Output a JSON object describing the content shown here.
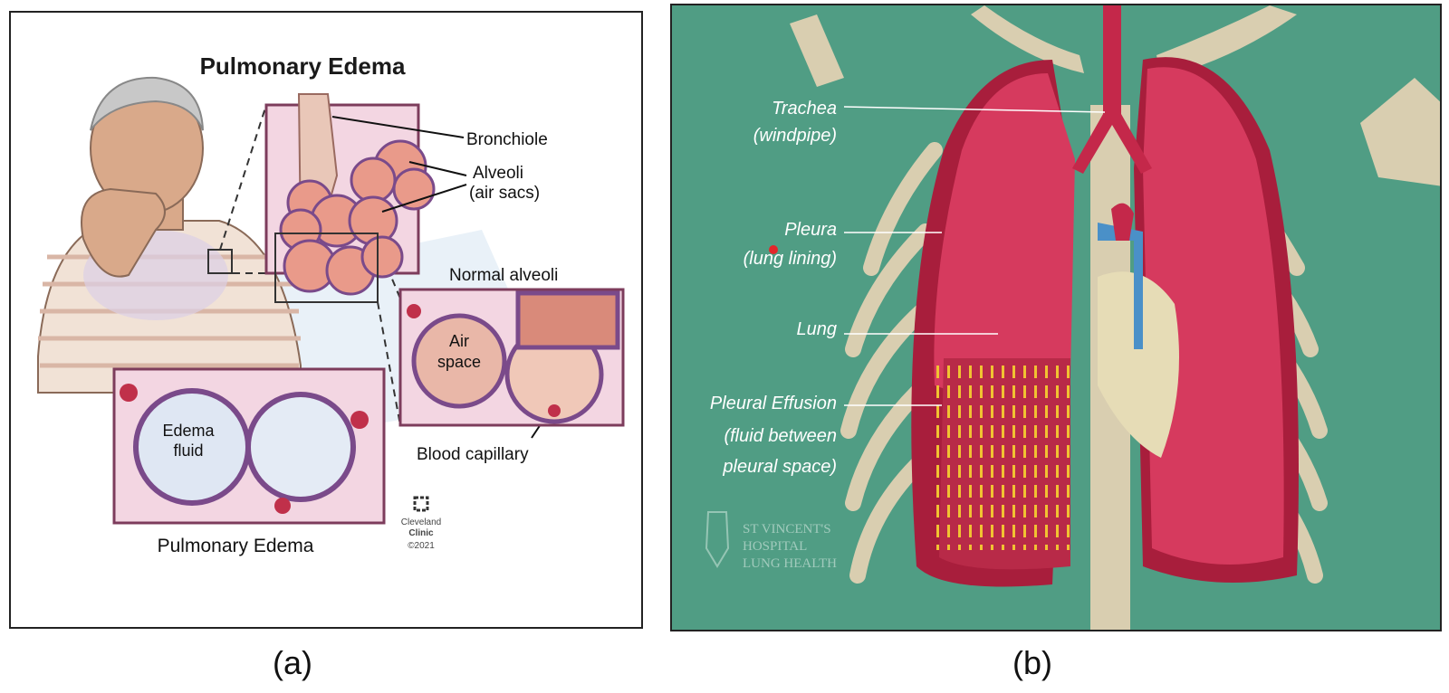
{
  "panel_a": {
    "title": "Pulmonary Edema",
    "labels": {
      "bronchiole": "Bronchiole",
      "alveoli_line1": "Alveoli",
      "alveoli_line2": "(air sacs)",
      "normal_alveoli": "Normal alveoli",
      "air_line1": "Air",
      "air_line2": "space",
      "edema_line1": "Edema",
      "edema_line2": "fluid",
      "blood_capillary": "Blood capillary",
      "bottom_title": "Pulmonary Edema"
    },
    "logo": {
      "line1": "Cleveland",
      "line2": "Clinic",
      "line3": "©2021"
    }
  },
  "panel_b": {
    "labels": {
      "trachea_line1": "Trachea",
      "trachea_line2": "(windpipe)",
      "pleura_line1": "Pleura",
      "pleura_line2": "(lung lining)",
      "lung": "Lung",
      "effusion_line1": "Pleural Effusion",
      "effusion_line2": "(fluid between",
      "effusion_line3": "pleural space)"
    },
    "watermark": {
      "line1": "ST VINCENT'S",
      "line2": "HOSPITAL",
      "line3": "LUNG HEALTH"
    }
  },
  "captions": {
    "a": "(a)",
    "b": "(b)"
  },
  "colors": {
    "lung": "#d63a5e",
    "pleura": "#a81e3c",
    "bone": "#d9ceb0",
    "background_b": "#5aa58a",
    "fluid": "#f1c232",
    "vein": "#4a90c8"
  }
}
